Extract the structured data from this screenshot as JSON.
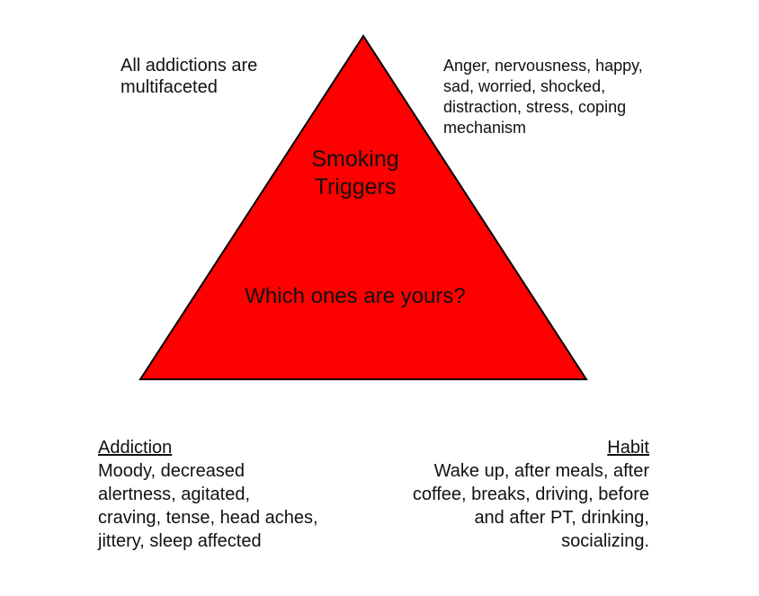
{
  "top_left": {
    "lines": [
      "All addictions are",
      "multifaceted"
    ]
  },
  "top_right": {
    "lines": [
      "Anger, nervousness, happy,",
      "sad, worried, shocked,",
      "distraction, stress, coping",
      "mechanism"
    ]
  },
  "center": {
    "title_lines": [
      "Smoking",
      "Triggers"
    ],
    "question": "Which ones are yours?"
  },
  "addiction": {
    "heading": "Addiction",
    "lines": [
      "Moody, decreased",
      "alertness, agitated,",
      "craving, tense, head aches,",
      "jittery, sleep affected"
    ]
  },
  "habit": {
    "heading": "Habit",
    "lines": [
      "Wake up, after meals, after",
      "coffee, breaks, driving, before",
      "and after PT, drinking,",
      "socializing."
    ]
  },
  "colors": {
    "triangle_fill": "#ff0000",
    "triangle_stroke": "#000000"
  }
}
